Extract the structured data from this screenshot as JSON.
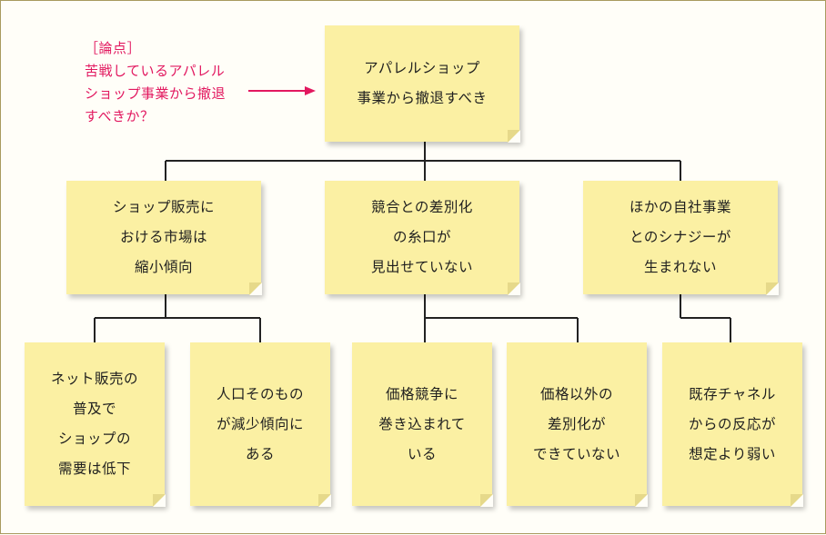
{
  "annotation": {
    "heading": "［論点］",
    "lines": [
      "苦戦しているアパレル",
      "ショップ事業から撤退",
      "すべきか？"
    ]
  },
  "root": {
    "lines": [
      "アパレルショップ",
      "事業から撤退すべき"
    ]
  },
  "level1": [
    {
      "lines": [
        "ショップ販売に",
        "おける市場は",
        "縮小傾向"
      ]
    },
    {
      "lines": [
        "競合との差別化",
        "の糸口が",
        "見出せていない"
      ]
    },
    {
      "lines": [
        "ほかの自社事業",
        "とのシナジーが",
        "生まれない"
      ]
    }
  ],
  "level2": [
    {
      "lines": [
        "ネット販売の",
        "普及で",
        "ショップの",
        "需要は低下"
      ]
    },
    {
      "lines": [
        "人口そのもの",
        "が減少傾向に",
        "ある"
      ]
    },
    {
      "lines": [
        "価格競争に",
        "巻き込まれて",
        "いる"
      ]
    },
    {
      "lines": [
        "価格以外の",
        "差別化が",
        "できていない"
      ]
    },
    {
      "lines": [
        "既存チャネル",
        "からの反応が",
        "想定より弱い"
      ]
    }
  ],
  "colors": {
    "note": "#fbf0a3",
    "annotation": "#e2185f",
    "connector": "#222222"
  }
}
